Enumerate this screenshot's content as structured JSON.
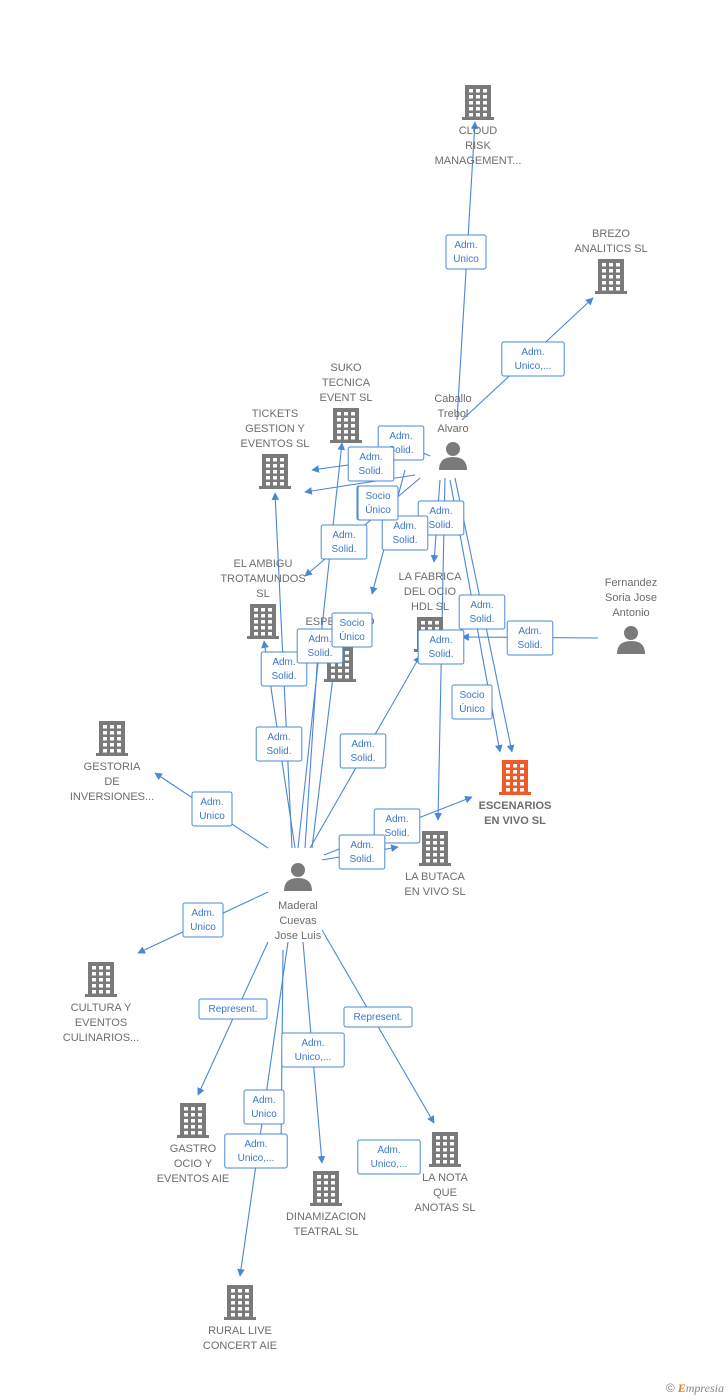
{
  "nodes": [
    {
      "id": "cloud",
      "type": "company",
      "label": [
        "CLOUD",
        "RISK",
        "MANAGEMENT..."
      ]
    },
    {
      "id": "brezo",
      "type": "company",
      "label": [
        "BREZO",
        "ANALITICS  SL"
      ]
    },
    {
      "id": "caballo",
      "type": "person",
      "label": [
        "Caballo",
        "Trebol",
        "Alvaro"
      ]
    },
    {
      "id": "suko",
      "type": "company",
      "label": [
        "SUKO",
        "TECNICA",
        "EVENT  SL"
      ]
    },
    {
      "id": "tickets",
      "type": "company",
      "label": [
        "TICKETS",
        "GESTION Y",
        "EVENTOS  SL"
      ]
    },
    {
      "id": "ambigu",
      "type": "company",
      "label": [
        "EL AMBIGU",
        "TROTAMUNDOS",
        "SL"
      ]
    },
    {
      "id": "esperando",
      "type": "company",
      "label": [
        "ESPERANDO",
        "EN ..."
      ]
    },
    {
      "id": "fabrica",
      "type": "company",
      "label": [
        "LA FABRICA",
        "DEL OCIO",
        "HDL  SL"
      ]
    },
    {
      "id": "fernandez",
      "type": "person",
      "label": [
        "Fernandez",
        "Soria Jose",
        "Antonio"
      ]
    },
    {
      "id": "escenarios",
      "type": "focus",
      "label": [
        "ESCENARIOS",
        "EN VIVO  SL"
      ]
    },
    {
      "id": "gestoria",
      "type": "company",
      "label": [
        "GESTORIA",
        "DE",
        "INVERSIONES..."
      ]
    },
    {
      "id": "butaca",
      "type": "company",
      "label": [
        "LA BUTACA",
        "EN VIVO  SL"
      ]
    },
    {
      "id": "maderal",
      "type": "person",
      "label": [
        "Maderal",
        "Cuevas",
        "Jose Luis"
      ]
    },
    {
      "id": "cultura",
      "type": "company",
      "label": [
        "CULTURA Y",
        "EVENTOS",
        "CULINARIOS..."
      ]
    },
    {
      "id": "gastro",
      "type": "company",
      "label": [
        "GASTRO",
        "OCIO Y",
        "EVENTOS AIE"
      ]
    },
    {
      "id": "dinamizacion",
      "type": "company",
      "label": [
        "DINAMIZACION",
        "TEATRAL  SL"
      ]
    },
    {
      "id": "nota",
      "type": "company",
      "label": [
        "LA NOTA",
        "QUE",
        "ANOTAS  SL"
      ]
    },
    {
      "id": "rural",
      "type": "company",
      "label": [
        "RURAL LIVE",
        "CONCERT AIE"
      ]
    }
  ],
  "edges": [
    {
      "from": "caballo",
      "to": "cloud",
      "label": [
        "Adm.",
        "Unico"
      ]
    },
    {
      "from": "caballo",
      "to": "brezo",
      "label": [
        "Adm.",
        "Unico,..."
      ]
    },
    {
      "from": "caballo",
      "to": "suko",
      "label": [
        "Adm.",
        "Solid."
      ]
    },
    {
      "from": "caballo",
      "to": "tickets",
      "label": [
        "Adm.",
        "Solid."
      ]
    },
    {
      "from": "caballo",
      "to": "tickets",
      "label": [
        "Socio",
        "Único"
      ]
    },
    {
      "from": "caballo",
      "to": "ambigu",
      "label": [
        "Adm.",
        "Solid."
      ]
    },
    {
      "from": "caballo",
      "to": "fabrica",
      "label": [
        "Adm.",
        "Solid."
      ]
    },
    {
      "from": "caballo",
      "to": "esperando",
      "label": [
        "Adm.",
        "Solid."
      ]
    },
    {
      "from": "caballo",
      "to": "escenarios",
      "label": [
        "Adm.",
        "Solid."
      ]
    },
    {
      "from": "caballo",
      "to": "escenarios",
      "label": [
        "Socio",
        "Único"
      ]
    },
    {
      "from": "caballo",
      "to": "butaca",
      "label": [
        "Adm.",
        "Solid."
      ]
    },
    {
      "from": "fernandez",
      "to": "escenarios",
      "label": [
        "Adm.",
        "Solid."
      ]
    },
    {
      "from": "maderal",
      "to": "gestoria",
      "label": [
        "Adm.",
        "Unico"
      ]
    },
    {
      "from": "maderal",
      "to": "ambigu",
      "label": [
        "Adm.",
        "Solid."
      ]
    },
    {
      "from": "maderal",
      "to": "tickets",
      "label": [
        "Adm.",
        "Solid."
      ]
    },
    {
      "from": "maderal",
      "to": "suko",
      "label": [
        "Socio",
        "Único"
      ]
    },
    {
      "from": "maderal",
      "to": "esperando",
      "label": [
        "Adm.",
        "Solid."
      ]
    },
    {
      "from": "maderal",
      "to": "esperando",
      "label": [
        "Socio",
        "Único"
      ]
    },
    {
      "from": "maderal",
      "to": "fabrica",
      "label": [
        "Adm.",
        "Solid."
      ]
    },
    {
      "from": "maderal",
      "to": "escenarios",
      "label": [
        "Adm.",
        "Solid."
      ]
    },
    {
      "from": "maderal",
      "to": "butaca",
      "label": [
        "Adm.",
        "Solid."
      ]
    },
    {
      "from": "maderal",
      "to": "cultura",
      "label": [
        "Adm.",
        "Unico"
      ]
    },
    {
      "from": "maderal",
      "to": "gastro",
      "label": [
        "Represent."
      ]
    },
    {
      "from": "maderal",
      "to": "dinamizacion",
      "label": [
        "Adm.",
        "Unico,..."
      ]
    },
    {
      "from": "maderal",
      "to": "nota",
      "label": [
        "Represent."
      ]
    },
    {
      "from": "maderal",
      "to": "rural",
      "label": [
        "Adm.",
        "Unico"
      ]
    },
    {
      "from": "maderal",
      "to": "gastro",
      "label": [
        "Adm.",
        "Unico,..."
      ]
    },
    {
      "from": "maderal",
      "to": "nota",
      "label": [
        "Adm.",
        "Unico,..."
      ]
    }
  ],
  "colors": {
    "edge": "#4a88d6",
    "company": "#7a7a7a",
    "person": "#7a7a7a",
    "focus": "#f05a28"
  },
  "footer": {
    "copyright": "©",
    "brand_initial": "E",
    "brand_rest": "mpresia"
  }
}
